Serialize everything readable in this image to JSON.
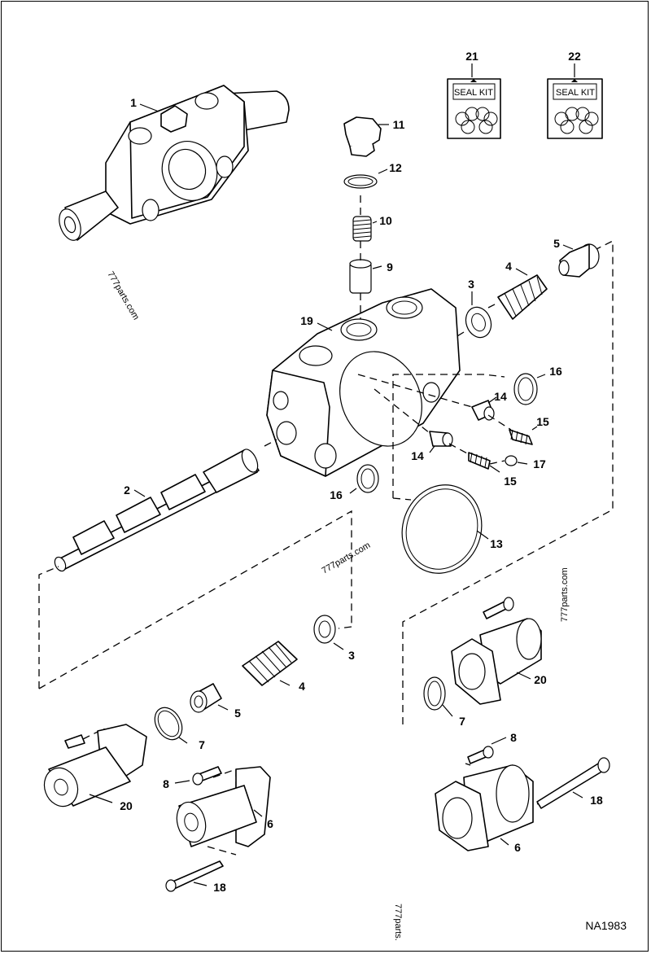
{
  "diagram": {
    "drawing_code": "NA1983",
    "watermarks": [
      "777parts.com",
      "777parts.com",
      "777parts.com",
      "777parts."
    ],
    "seal_kits": [
      {
        "number": "21",
        "label": "SEAL KIT"
      },
      {
        "number": "22",
        "label": "SEAL KIT"
      }
    ],
    "callouts": [
      "1",
      "11",
      "12",
      "10",
      "9",
      "5",
      "4",
      "3",
      "19",
      "16",
      "14",
      "15",
      "14",
      "17",
      "15",
      "16",
      "2",
      "13",
      "3",
      "4",
      "5",
      "7",
      "20",
      "7",
      "8",
      "20",
      "8",
      "6",
      "18",
      "6",
      "18"
    ]
  }
}
